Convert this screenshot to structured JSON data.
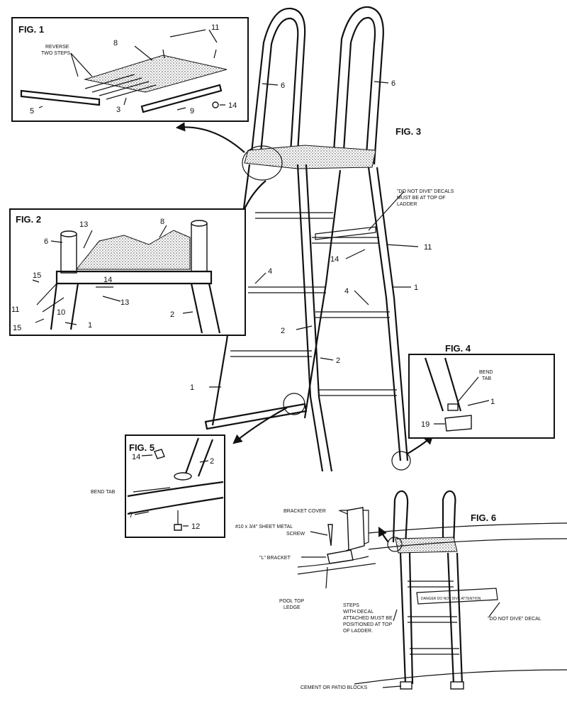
{
  "figures": {
    "fig1": {
      "title": "FIG. 1",
      "note": [
        "REVERSE",
        "TWO STEPS"
      ],
      "parts": [
        "8",
        "11",
        "5",
        "3",
        "9",
        "14"
      ]
    },
    "fig2": {
      "title": "FIG. 2",
      "parts": [
        "13",
        "8",
        "6",
        "15",
        "14",
        "11",
        "10",
        "13",
        "2",
        "15",
        "1"
      ]
    },
    "fig3": {
      "title": "FIG. 3",
      "decal_note": [
        "\"DO NOT DIVE\" DECALS",
        "MUST BE AT TOP OF",
        "LADDER"
      ],
      "parts": [
        "6",
        "6",
        "11",
        "14",
        "4",
        "4",
        "1",
        "2",
        "2",
        "1"
      ]
    },
    "fig4": {
      "title": "FIG. 4",
      "note": [
        "BEND",
        "TAB"
      ],
      "parts": [
        "1",
        "19"
      ]
    },
    "fig5": {
      "title": "FIG. 5",
      "note": "BEND TAB",
      "parts": [
        "14",
        "2",
        "7",
        "12"
      ]
    },
    "fig6": {
      "title": "FIG. 6",
      "bracket_cover": "BRACKET COVER",
      "screw": [
        "#10 x 3/4\" SHEET METAL",
        "SCREW"
      ],
      "l_bracket": "\"L\" BRACKET",
      "pool_ledge": [
        "POOL TOP",
        "LEDGE"
      ],
      "steps_note": [
        "STEPS",
        "WITH DECAL",
        "ATTACHED MUST BE",
        "POSITIONED AT TOP",
        "OF LADDER."
      ],
      "decal_label": "\"DO NOT DIVE\" DECAL",
      "decal_text": "DANGER  DO NOT DIVE  ATTENTION",
      "blocks": "CEMENT OR PATIO BLOCKS"
    }
  }
}
